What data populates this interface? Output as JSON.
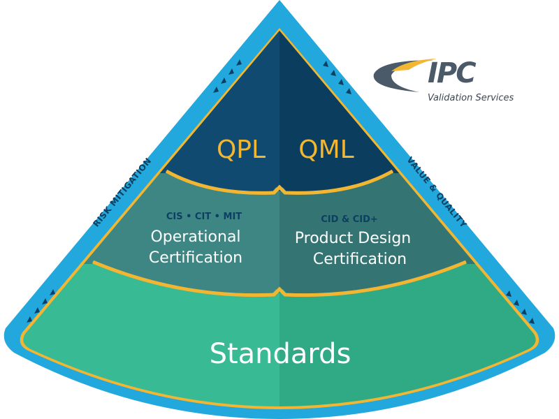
{
  "logo": {
    "text": "IPC",
    "subtitle": "Validation Services"
  },
  "pyramid": {
    "top": {
      "left": "QPL",
      "right": "QML"
    },
    "middle": {
      "left": {
        "codes": "CIS • CIT • MIT",
        "line1": "Operational",
        "line2": "Certification"
      },
      "right": {
        "codes": "CID & CID+",
        "line1": "Product Design",
        "line2": "Certification"
      }
    },
    "bottom": {
      "label": "Standards"
    },
    "side_left": "RISK MITIGATION",
    "side_right": "VALUE & QUALITY"
  },
  "colors": {
    "outer_blue": "#22a8dc",
    "gold": "#f2b632",
    "navy": "#0d3f62",
    "teal_mid": "#3a7f7e",
    "green": "#35b48f",
    "logo_gray": "#4b5a68"
  }
}
